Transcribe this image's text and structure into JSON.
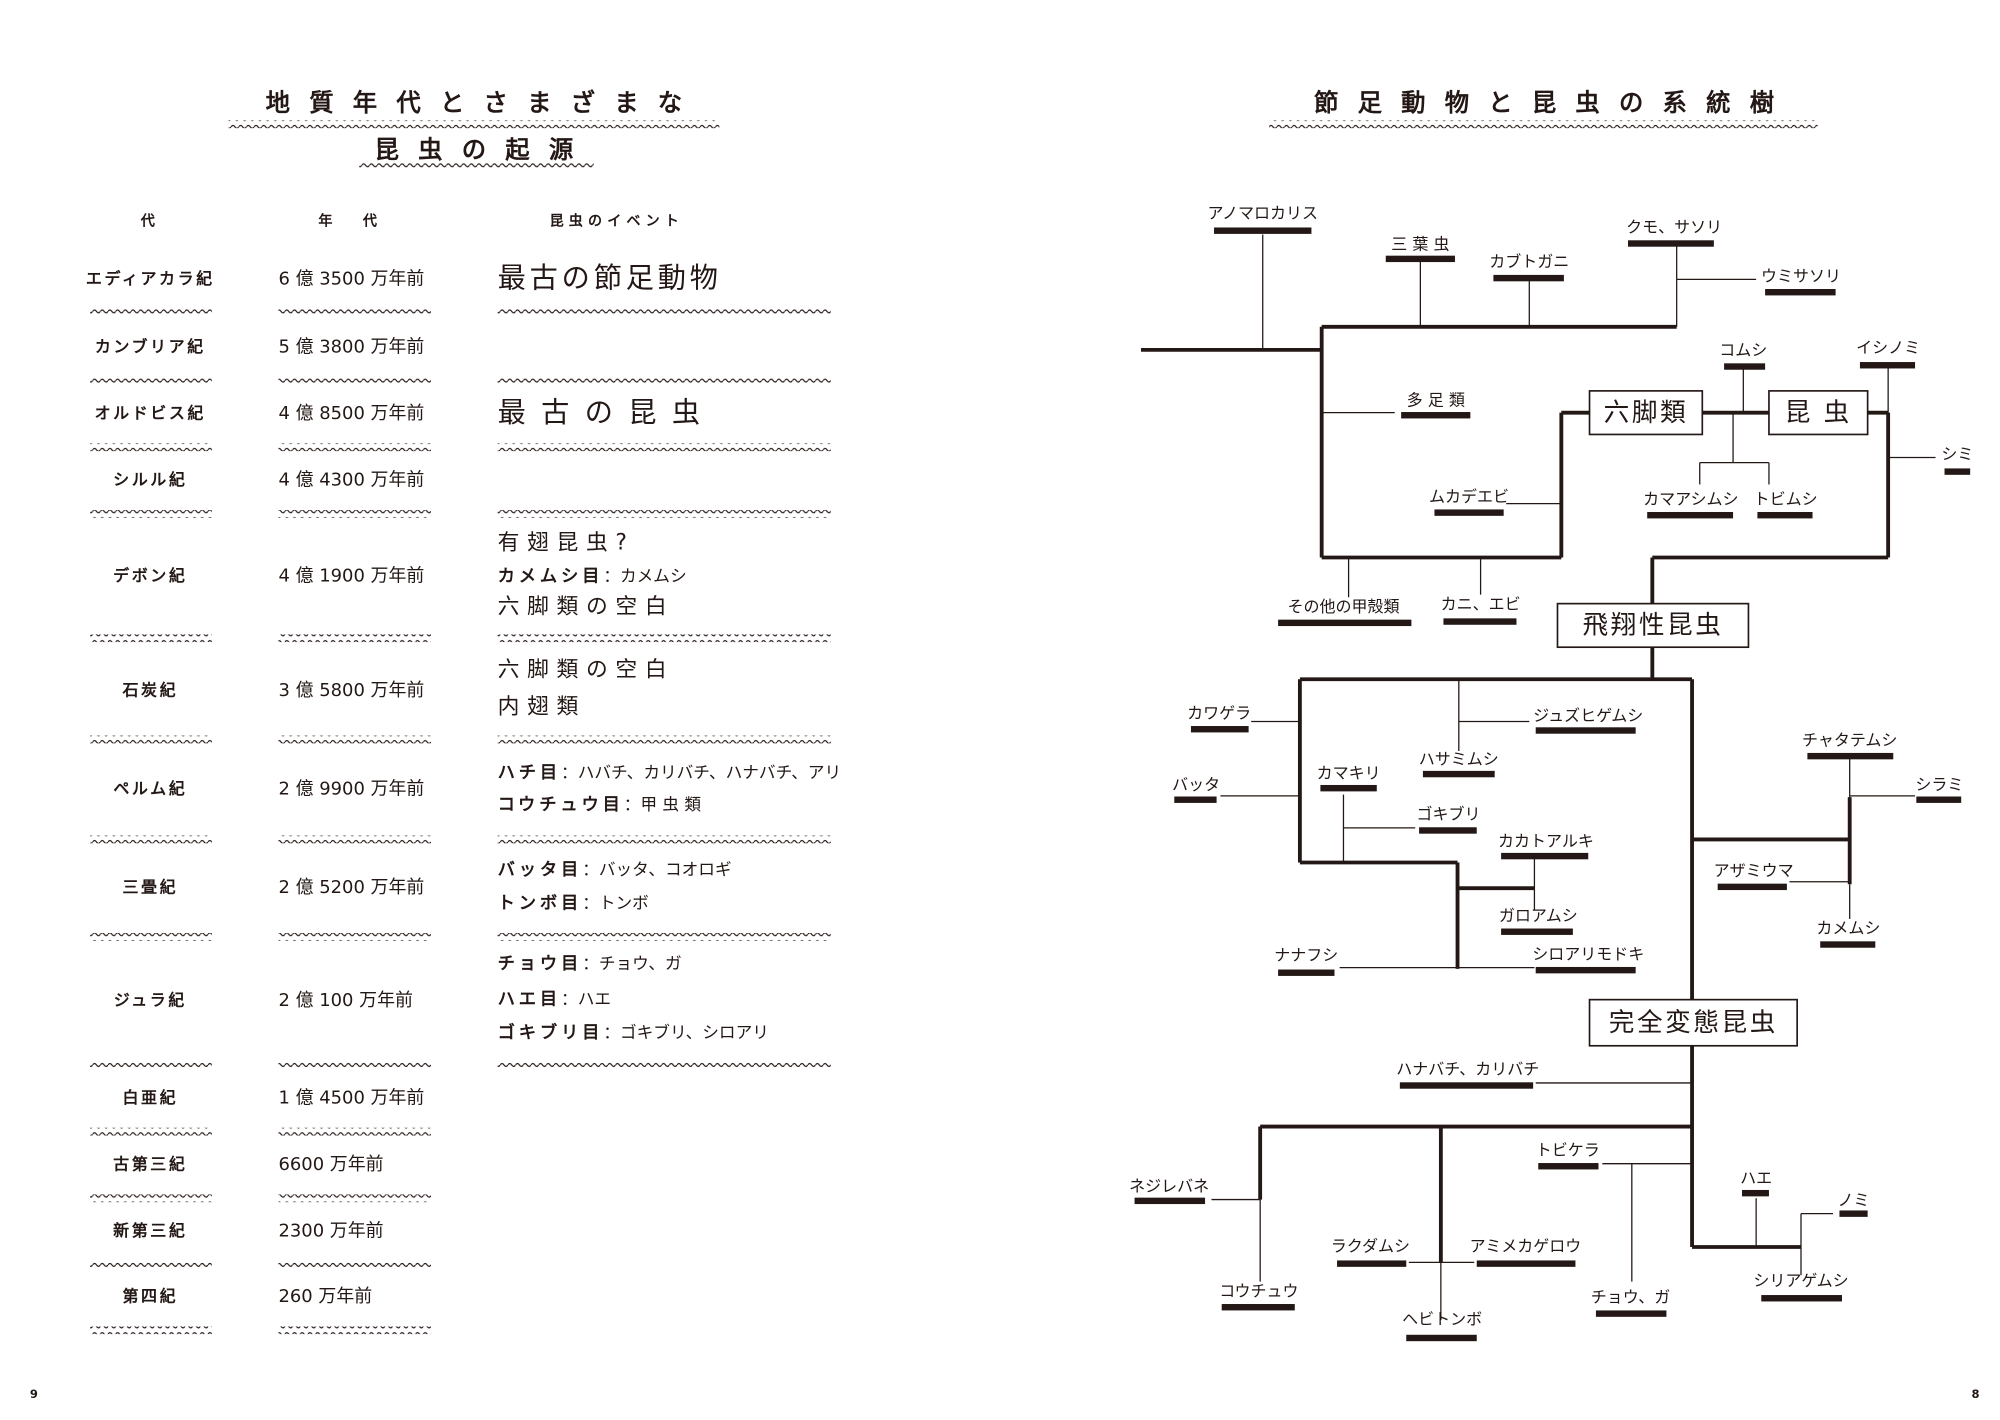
{
  "left_page": {
    "title_line1": "地質年代とさまざまな",
    "title_line2": "昆虫の起源",
    "headers": {
      "era": "代",
      "age": "年 代",
      "events": "昆虫のイベント"
    },
    "rows": [
      {
        "era": "エディアカラ紀",
        "age": "6 億 3500 万年前"
      },
      {
        "era": "カンブリア紀",
        "age": "5 億 3800 万年前"
      },
      {
        "era": "オルドビス紀",
        "age": "4 億 8500 万年前"
      },
      {
        "era": "シルル紀",
        "age": "4 億 4300 万年前"
      },
      {
        "era": "デボン紀",
        "age": "4 億 1900 万年前"
      },
      {
        "era": "石炭紀",
        "age": "3 億 5800 万年前"
      },
      {
        "era": "ペルム紀",
        "age": "2 億 9900 万年前"
      },
      {
        "era": "三畳紀",
        "age": "2 億 5200 万年前"
      },
      {
        "era": "ジュラ紀",
        "age": "2 億 100 万年前"
      },
      {
        "era": "白亜紀",
        "age": "1 億 4500 万年前"
      },
      {
        "era": "古第三紀",
        "age": "6600 万年前"
      },
      {
        "era": "新第三紀",
        "age": "2300 万年前"
      },
      {
        "era": "第四紀",
        "age": "260 万年前"
      }
    ],
    "event_lines": [
      {
        "text": "最古の節足動物"
      },
      {
        "text": "最古の昆虫"
      },
      {
        "text": "有翅昆虫?"
      },
      {
        "order": "カメムシ目",
        "members": "：カメムシ"
      },
      {
        "text": "六脚類の空白"
      },
      {
        "text": "六脚類の空白"
      },
      {
        "text": "内翅類"
      },
      {
        "order": "ハチ目",
        "members": "：ハバチ、カリバチ、ハナバチ、アリ"
      },
      {
        "order": "コウチュウ目",
        "members": "：甲 虫 類"
      },
      {
        "order": "バッタ目",
        "members": "：バッタ、コオロギ"
      },
      {
        "order": "トンボ目",
        "members": "：トンボ"
      },
      {
        "order": "チョウ目",
        "members": "：チョウ、ガ"
      },
      {
        "order": "ハエ目",
        "members": "：ハエ"
      },
      {
        "order": "ゴキブリ目",
        "members": "：ゴキブリ、シロアリ"
      }
    ],
    "page_number": "9"
  },
  "right_page": {
    "title": "節足動物と昆虫の系統樹",
    "boxes": [
      "六脚類",
      "昆 虫",
      "飛翔性昆虫",
      "完全変態昆虫"
    ],
    "labels": [
      "アノマロカリス",
      "三 葉 虫",
      "カブトガニ",
      "クモ、サソリ",
      "ウミサソリ",
      "多 足 類",
      "ムカデエビ",
      "その他の甲殻類",
      "カニ、エビ",
      "コムシ",
      "イシノミ",
      "シミ",
      "カマアシムシ",
      "トビムシ",
      "カワゲラ",
      "バッタ",
      "ジュズヒゲムシ",
      "ハサミムシ",
      "カマキリ",
      "ゴキブリ",
      "カカトアルキ",
      "ガロアムシ",
      "ナナフシ",
      "シロアリモドキ",
      "チャタテムシ",
      "シラミ",
      "アザミウマ",
      "カメムシ",
      "ハナバチ、カリバチ",
      "ネジレバネ",
      "コウチュウ",
      "ラクダムシ",
      "アミメカゲロウ",
      "ヘビトンボ",
      "トビケラ",
      "チョウ、ガ",
      "ハエ",
      "ノミ",
      "シリアゲムシ"
    ],
    "page_number": "8"
  },
  "colors": {
    "ink": "#231815",
    "paper": "#ffffff"
  }
}
